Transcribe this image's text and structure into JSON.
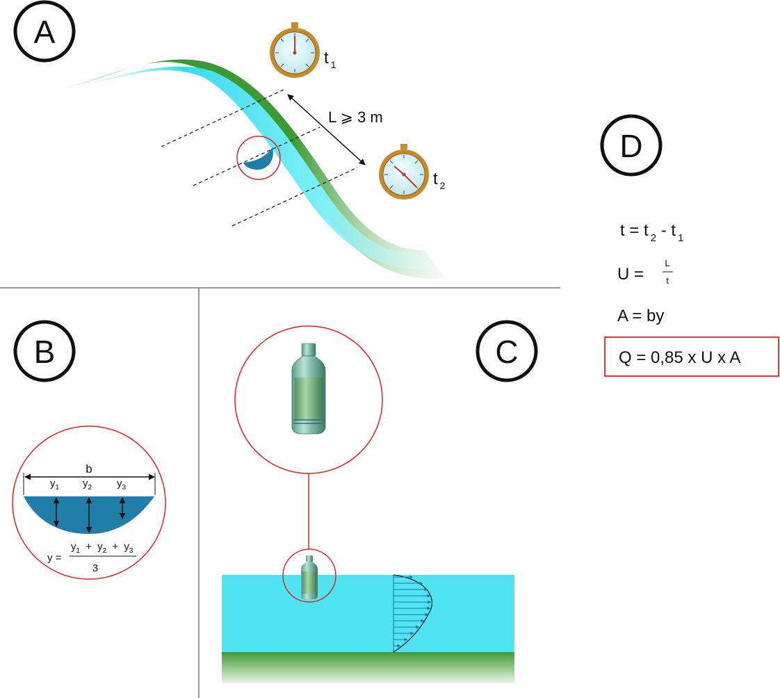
{
  "panels": {
    "a": {
      "letter": "A",
      "distance_label": "L ⩾ 3 m",
      "t1": "t",
      "t1_sub": "1",
      "t2": "t",
      "t2_sub": "2"
    },
    "b": {
      "letter": "B",
      "width_label": "b",
      "depths": [
        {
          "label": "y",
          "sub": "1"
        },
        {
          "label": "y",
          "sub": "2"
        },
        {
          "label": "y",
          "sub": "3"
        }
      ],
      "mean_y": "y =",
      "num_y1": "y",
      "num_s1": "1",
      "plus1": "+",
      "num_y2": "y",
      "num_s2": "2",
      "plus2": "+",
      "num_y3": "y",
      "num_s3": "3",
      "denominator": "3"
    },
    "c": {
      "letter": "C"
    },
    "d": {
      "letter": "D",
      "eq1": {
        "lhs": "t = t",
        "sub_a": "2",
        "mid": " - t",
        "sub_b": "1"
      },
      "eq2": {
        "lhs": "U  =",
        "num": "L",
        "den": "t"
      },
      "eq3": "A = by",
      "eq4": "Q = 0,85 x U x A"
    }
  },
  "colors": {
    "water": "#4fe4ef",
    "channel_water": "#2bd8e8",
    "bank": "#3a9a2f",
    "section_fill": "#1f7fa8",
    "highlight": "#e02020",
    "watch_gold": "#c8892a"
  }
}
